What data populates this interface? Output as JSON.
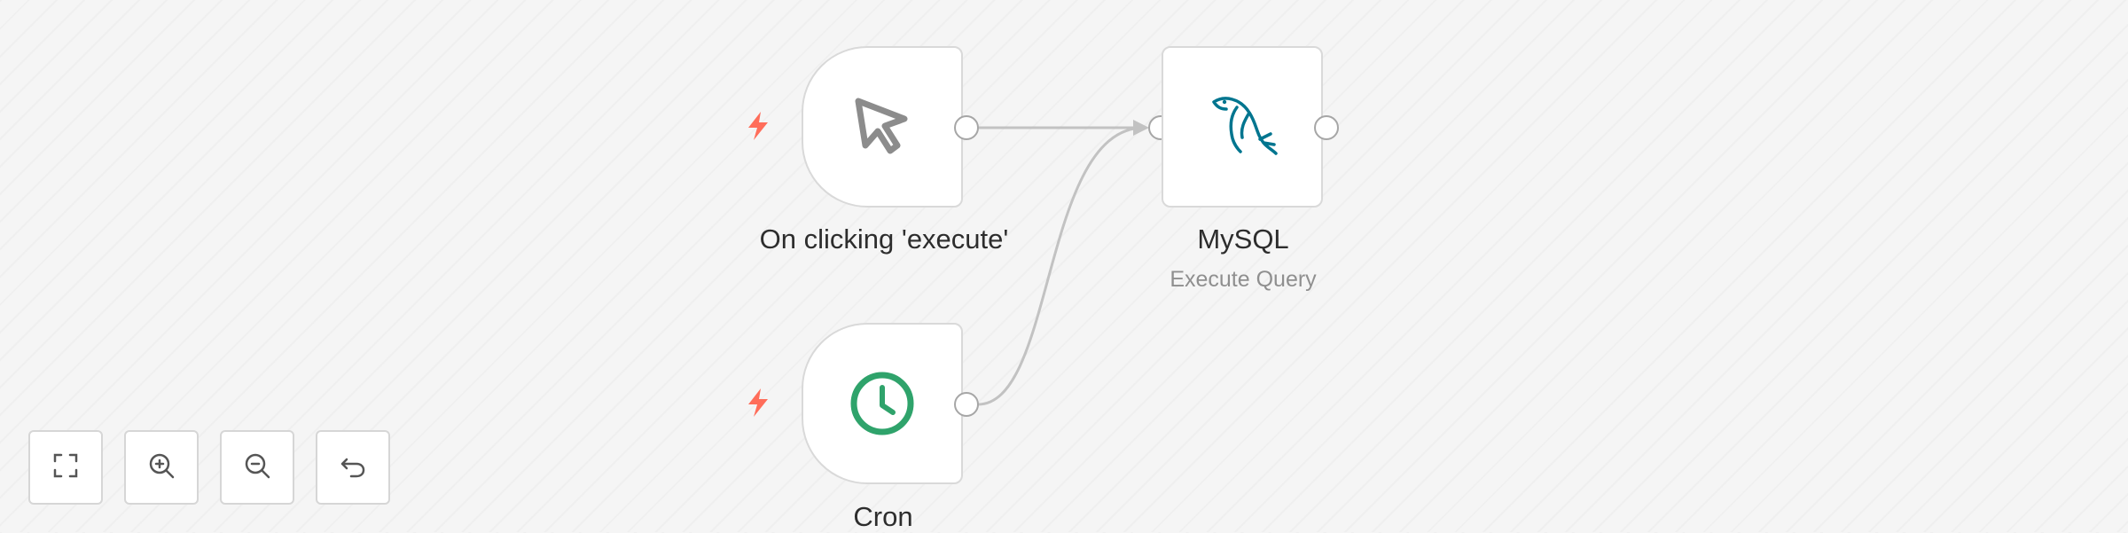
{
  "canvas": {
    "nodes": [
      {
        "id": "manual-trigger",
        "title": "On clicking 'execute'",
        "subtitle": "",
        "icon": "cursor-pointer-icon"
      },
      {
        "id": "mysql",
        "title": "MySQL",
        "subtitle": "Execute Query",
        "icon": "mysql-dolphin-icon"
      },
      {
        "id": "cron",
        "title": "Cron",
        "subtitle": "",
        "icon": "clock-icon"
      }
    ],
    "connections": [
      {
        "from": "On clicking 'execute'",
        "to": "MySQL"
      },
      {
        "from": "Cron",
        "to": "MySQL"
      }
    ]
  },
  "controls": {
    "buttons": [
      {
        "name": "zoom-to-fit",
        "icon": "fullscreen-icon"
      },
      {
        "name": "zoom-in",
        "icon": "zoom-in-icon"
      },
      {
        "name": "zoom-out",
        "icon": "zoom-out-icon"
      },
      {
        "name": "reset-zoom",
        "icon": "undo-icon"
      }
    ]
  },
  "colors": {
    "trigger_bolt": "#ff6d5a",
    "cron_icon": "#2fa36b",
    "mysql_icon": "#00758f",
    "cursor_icon": "#8c8c8c",
    "edge": "#c2c2c2"
  }
}
